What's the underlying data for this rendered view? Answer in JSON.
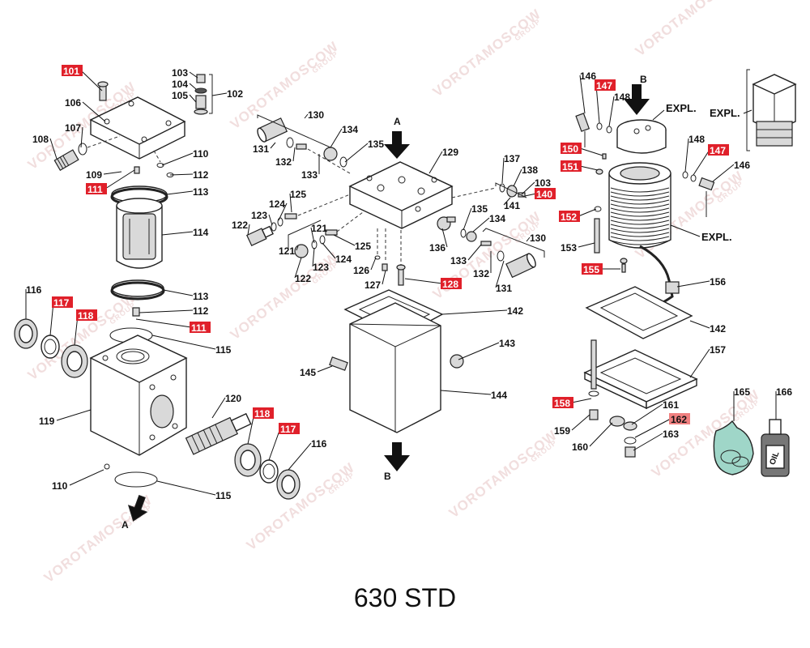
{
  "title": "630 STD",
  "watermark": "VOROTAMOSCOW",
  "watermark_sub": "GROUP",
  "arrows": {
    "a_top": "A",
    "a_bottom": "A",
    "b_top": "B",
    "b_bottom": "B"
  },
  "expl_labels": {
    "expl_1": "EXPL.",
    "expl_2": "EXPL.",
    "expl_3": "EXPL."
  },
  "highlight_color": "#e0202a",
  "highlight_light_color": "#f08080",
  "labels": [
    {
      "id": "l101",
      "text": "101",
      "red": true
    },
    {
      "id": "l102",
      "text": "102",
      "red": false
    },
    {
      "id": "l103a",
      "text": "103",
      "red": false
    },
    {
      "id": "l104",
      "text": "104",
      "red": false
    },
    {
      "id": "l105",
      "text": "105",
      "red": false
    },
    {
      "id": "l106",
      "text": "106",
      "red": false
    },
    {
      "id": "l107",
      "text": "107",
      "red": false
    },
    {
      "id": "l108",
      "text": "108",
      "red": false
    },
    {
      "id": "l109",
      "text": "109",
      "red": false
    },
    {
      "id": "l110a",
      "text": "110",
      "red": false
    },
    {
      "id": "l111a",
      "text": "111",
      "red": true
    },
    {
      "id": "l112a",
      "text": "112",
      "red": false
    },
    {
      "id": "l113a",
      "text": "113",
      "red": false
    },
    {
      "id": "l114",
      "text": "114",
      "red": false
    },
    {
      "id": "l113b",
      "text": "113",
      "red": false
    },
    {
      "id": "l112b",
      "text": "112",
      "red": false
    },
    {
      "id": "l111b",
      "text": "111",
      "red": true
    },
    {
      "id": "l116a",
      "text": "116",
      "red": false
    },
    {
      "id": "l117a",
      "text": "117",
      "red": true
    },
    {
      "id": "l118a",
      "text": "118",
      "red": true
    },
    {
      "id": "l115a",
      "text": "115",
      "red": false
    },
    {
      "id": "l119",
      "text": "119",
      "red": false
    },
    {
      "id": "l120",
      "text": "120",
      "red": false
    },
    {
      "id": "l118b",
      "text": "118",
      "red": true
    },
    {
      "id": "l117b",
      "text": "117",
      "red": true
    },
    {
      "id": "l116b",
      "text": "116",
      "red": false
    },
    {
      "id": "l110b",
      "text": "110",
      "red": false
    },
    {
      "id": "l115b",
      "text": "115",
      "red": false
    },
    {
      "id": "l130a",
      "text": "130",
      "red": false
    },
    {
      "id": "l131a",
      "text": "131",
      "red": false
    },
    {
      "id": "l132a",
      "text": "132",
      "red": false
    },
    {
      "id": "l133a",
      "text": "133",
      "red": false
    },
    {
      "id": "l134a",
      "text": "134",
      "red": false
    },
    {
      "id": "l135a",
      "text": "135",
      "red": false
    },
    {
      "id": "l129",
      "text": "129",
      "red": false
    },
    {
      "id": "l125a",
      "text": "125",
      "red": false
    },
    {
      "id": "l124a",
      "text": "124",
      "red": false
    },
    {
      "id": "l123a",
      "text": "123",
      "red": false
    },
    {
      "id": "l122a",
      "text": "122",
      "red": false
    },
    {
      "id": "l121a",
      "text": "121",
      "red": false
    },
    {
      "id": "l121b",
      "text": "121",
      "red": false
    },
    {
      "id": "l125b",
      "text": "125",
      "red": false
    },
    {
      "id": "l124b",
      "text": "124",
      "red": false
    },
    {
      "id": "l123b",
      "text": "123",
      "red": false
    },
    {
      "id": "l122b",
      "text": "122",
      "red": false
    },
    {
      "id": "l126",
      "text": "126",
      "red": false
    },
    {
      "id": "l127",
      "text": "127",
      "red": false
    },
    {
      "id": "l128",
      "text": "128",
      "red": true
    },
    {
      "id": "l137",
      "text": "137",
      "red": false
    },
    {
      "id": "l138",
      "text": "138",
      "red": false
    },
    {
      "id": "l103b",
      "text": "103",
      "red": false
    },
    {
      "id": "l140",
      "text": "140",
      "red": true
    },
    {
      "id": "l141",
      "text": "141",
      "red": false
    },
    {
      "id": "l135b",
      "text": "135",
      "red": false
    },
    {
      "id": "l134b",
      "text": "134",
      "red": false
    },
    {
      "id": "l130b",
      "text": "130",
      "red": false
    },
    {
      "id": "l136",
      "text": "136",
      "red": false
    },
    {
      "id": "l133b",
      "text": "133",
      "red": false
    },
    {
      "id": "l132b",
      "text": "132",
      "red": false
    },
    {
      "id": "l131b",
      "text": "131",
      "red": false
    },
    {
      "id": "l142a",
      "text": "142",
      "red": false
    },
    {
      "id": "l143",
      "text": "143",
      "red": false
    },
    {
      "id": "l145",
      "text": "145",
      "red": false
    },
    {
      "id": "l144",
      "text": "144",
      "red": false
    },
    {
      "id": "l146a",
      "text": "146",
      "red": false
    },
    {
      "id": "l147a",
      "text": "147",
      "red": true
    },
    {
      "id": "l148a",
      "text": "148",
      "red": false
    },
    {
      "id": "l150",
      "text": "150",
      "red": true
    },
    {
      "id": "l151",
      "text": "151",
      "red": true
    },
    {
      "id": "l148b",
      "text": "148",
      "red": false
    },
    {
      "id": "l147b",
      "text": "147",
      "red": true
    },
    {
      "id": "l146b",
      "text": "146",
      "red": false
    },
    {
      "id": "l152",
      "text": "152",
      "red": true
    },
    {
      "id": "l153",
      "text": "153",
      "red": false
    },
    {
      "id": "l155",
      "text": "155",
      "red": true
    },
    {
      "id": "l156",
      "text": "156",
      "red": false
    },
    {
      "id": "l142b",
      "text": "142",
      "red": false
    },
    {
      "id": "l157",
      "text": "157",
      "red": false
    },
    {
      "id": "l158",
      "text": "158",
      "red": true
    },
    {
      "id": "l159",
      "text": "159",
      "red": false
    },
    {
      "id": "l160",
      "text": "160",
      "red": false
    },
    {
      "id": "l161",
      "text": "161",
      "red": false
    },
    {
      "id": "l162",
      "text": "162",
      "red": "light"
    },
    {
      "id": "l163",
      "text": "163",
      "red": false
    },
    {
      "id": "l165",
      "text": "165",
      "red": false
    },
    {
      "id": "l166",
      "text": "166",
      "red": false
    }
  ],
  "oil_text": "OIL"
}
